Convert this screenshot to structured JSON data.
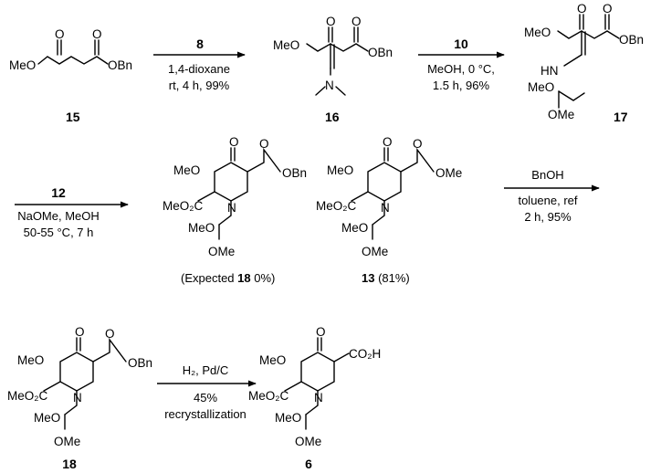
{
  "compounds": {
    "c15": {
      "id": "15",
      "methoxy": "MeO",
      "carbonyl": "O",
      "benzyl_ester": "OBn"
    },
    "c16": {
      "id": "16",
      "methoxy": "MeO",
      "carbonyl": "O",
      "ester_o": "O",
      "benzyl_ester": "OBn",
      "nitrogen": "N"
    },
    "c17": {
      "id": "17",
      "methoxy": "MeO",
      "carbonyl": "O",
      "ester_o": "O",
      "benzyl_ester": "OBn",
      "amine": "HN",
      "acetal_meo": "MeO",
      "acetal_ome": "OMe"
    },
    "c18_expected": {
      "methoxy": "MeO",
      "carbonyl": "O",
      "ester_o": "O",
      "benzyl_ester": "OBn",
      "methyl_ester": "MeO₂C",
      "nitrogen": "N",
      "acetal_meo": "MeO",
      "acetal_ome": "OMe",
      "caption_prefix": "(Expected ",
      "caption_id": "18",
      "caption_suffix": " 0%)"
    },
    "c13": {
      "methoxy": "MeO",
      "carbonyl": "O",
      "ester_o": "O",
      "methyl_ester_r": "OMe",
      "methyl_ester": "MeO₂C",
      "nitrogen": "N",
      "acetal_meo": "MeO",
      "acetal_ome": "OMe",
      "caption_id": "13",
      "caption_suffix": " (81%)"
    },
    "c18": {
      "id": "18",
      "methoxy": "MeO",
      "carbonyl": "O",
      "ester_o": "O",
      "benzyl_ester": "OBn",
      "methyl_ester": "MeO₂C",
      "nitrogen": "N",
      "acetal_meo": "MeO",
      "acetal_ome": "OMe"
    },
    "c6": {
      "id": "6",
      "methoxy": "MeO",
      "carbonyl": "O",
      "acid": "CO₂H",
      "methyl_ester": "MeO₂C",
      "nitrogen": "N",
      "acetal_meo": "MeO",
      "acetal_ome": "OMe"
    }
  },
  "reactions": {
    "r1": {
      "reagent": "8",
      "line1": "1,4-dioxane",
      "line2": "rt, 4 h, 99%"
    },
    "r2": {
      "reagent": "10",
      "line1": "MeOH, 0 °C,",
      "line2": "1.5 h, 96%"
    },
    "r3": {
      "reagent": "12",
      "line1": "NaOMe, MeOH",
      "line2": "50-55 °C, 7 h"
    },
    "r4": {
      "line1": "BnOH",
      "line2": "toluene, ref",
      "line3": "2 h, 95%"
    },
    "r5": {
      "line1": "H₂, Pd/C",
      "line2": "45%",
      "line3": "recrystallization"
    }
  }
}
